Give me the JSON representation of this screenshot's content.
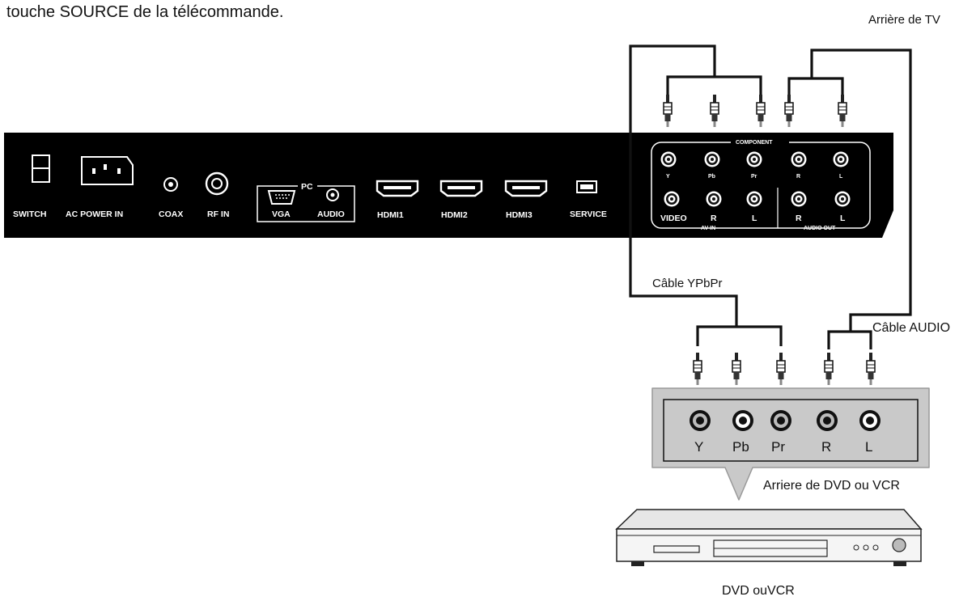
{
  "intro_text": "touche SOURCE de la télécommande.",
  "tv_back_label": "Arrière de TV",
  "tv_panel": {
    "ports": [
      "SWITCH",
      "AC POWER IN",
      "COAX",
      "RF IN",
      "VGA",
      "AUDIO",
      "SERVICE"
    ],
    "pc_group": "PC",
    "hdmi": [
      "HDMI1",
      "HDMI2",
      "HDMI3"
    ],
    "component_group": "COMPONENT",
    "component_jacks": [
      "Y",
      "Pb",
      "Pr",
      "R",
      "L"
    ],
    "av_in_group": "AV IN",
    "av_in_jacks": [
      "VIDEO",
      "R",
      "L"
    ],
    "audio_out_group": "AUDIO OUT",
    "audio_out_jacks": [
      "R",
      "L"
    ]
  },
  "cable_ypbpr_label": "Câble YPbPr",
  "cable_audio_label": "Câble AUDIO",
  "dvd_jacks": [
    "Y",
    "Pb",
    "Pr",
    "R",
    "L"
  ],
  "dvd_back_label": "Arriere de DVD ou VCR",
  "dvd_label": "DVD ouVCR"
}
